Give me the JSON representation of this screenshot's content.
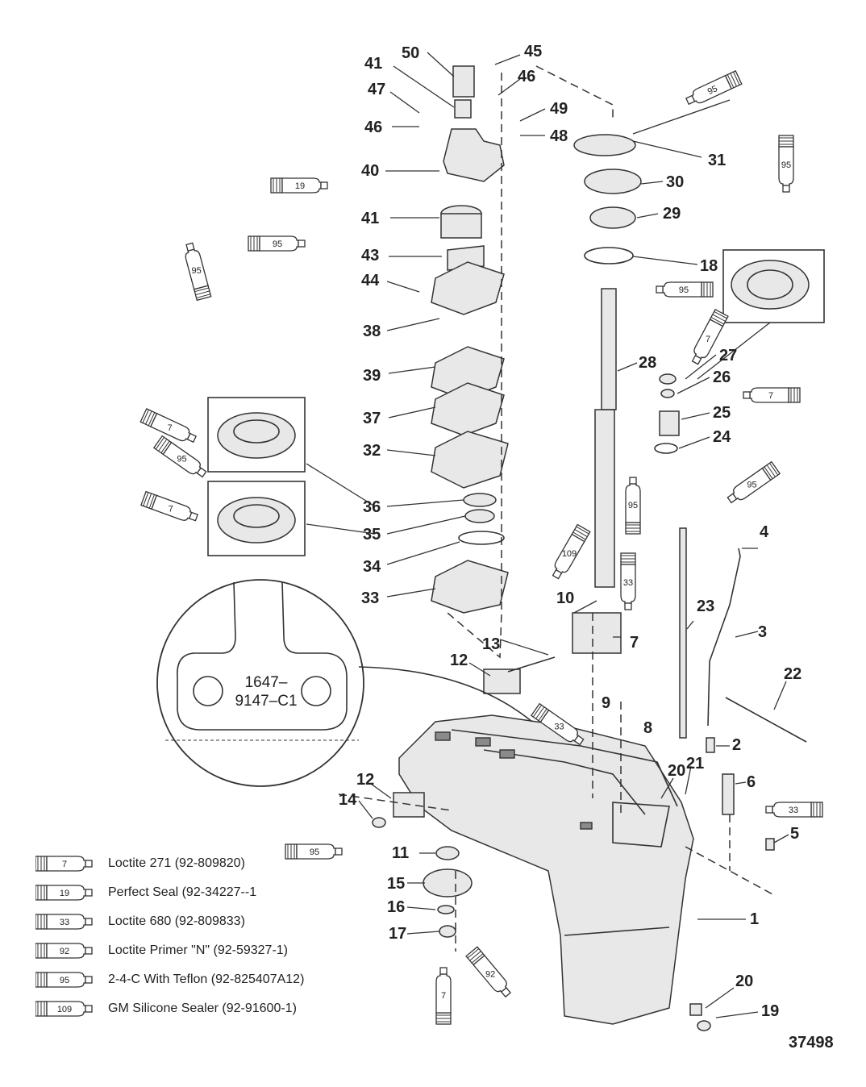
{
  "callouts": {
    "c1": "1",
    "c2": "2",
    "c3": "3",
    "c4": "4",
    "c5": "5",
    "c6": "6",
    "c7a": "7",
    "c8": "8",
    "c9": "9",
    "c10": "10",
    "c11": "11",
    "c12a": "12",
    "c12b": "12",
    "c13": "13",
    "c14": "14",
    "c15": "15",
    "c16": "16",
    "c17": "17",
    "c18": "18",
    "c19": "19",
    "c20a": "20",
    "c20b": "20",
    "c21": "21",
    "c22": "22",
    "c23": "23",
    "c24": "24",
    "c25": "25",
    "c26": "26",
    "c27": "27",
    "c28": "28",
    "c29": "29",
    "c30": "30",
    "c31": "31",
    "c32": "32",
    "c33": "33",
    "c34": "34",
    "c35": "35",
    "c36": "36",
    "c37": "37",
    "c38": "38",
    "c39": "39",
    "c40": "40",
    "c41a": "41",
    "c41b": "41",
    "c43": "43",
    "c44": "44",
    "c45": "45",
    "c46a": "46",
    "c46b": "46",
    "c47": "47",
    "c48": "48",
    "c49": "49",
    "c50": "50"
  },
  "tube_labels": {
    "t19": "19",
    "t95a": "95",
    "t95b": "95",
    "t95c": "95",
    "t95d": "95",
    "t95e": "95",
    "t95f": "95",
    "t95g": "95",
    "t95h": "95",
    "t7a": "7",
    "t7b": "7",
    "t7c": "7",
    "t7d": "7",
    "t109": "109",
    "t33a": "33",
    "t33b": "33",
    "t33c": "33",
    "t92": "92"
  },
  "inset_marking": {
    "line1": "1647–",
    "line2": "9147–C1"
  },
  "legend": [
    {
      "code": "7",
      "text": "Loctite 271 (92-809820)"
    },
    {
      "code": "19",
      "text": "Perfect Seal (92-34227--1"
    },
    {
      "code": "33",
      "text": "Loctite 680 (92-809833)"
    },
    {
      "code": "92",
      "text": "Loctite Primer \"N\" (92-59327-1)"
    },
    {
      "code": "95",
      "text": "2-4-C  With Teflon (92-825407A12)"
    },
    {
      "code": "109",
      "text": "GM Silicone Sealer (92-91600-1)"
    }
  ],
  "figure_id": "37498"
}
